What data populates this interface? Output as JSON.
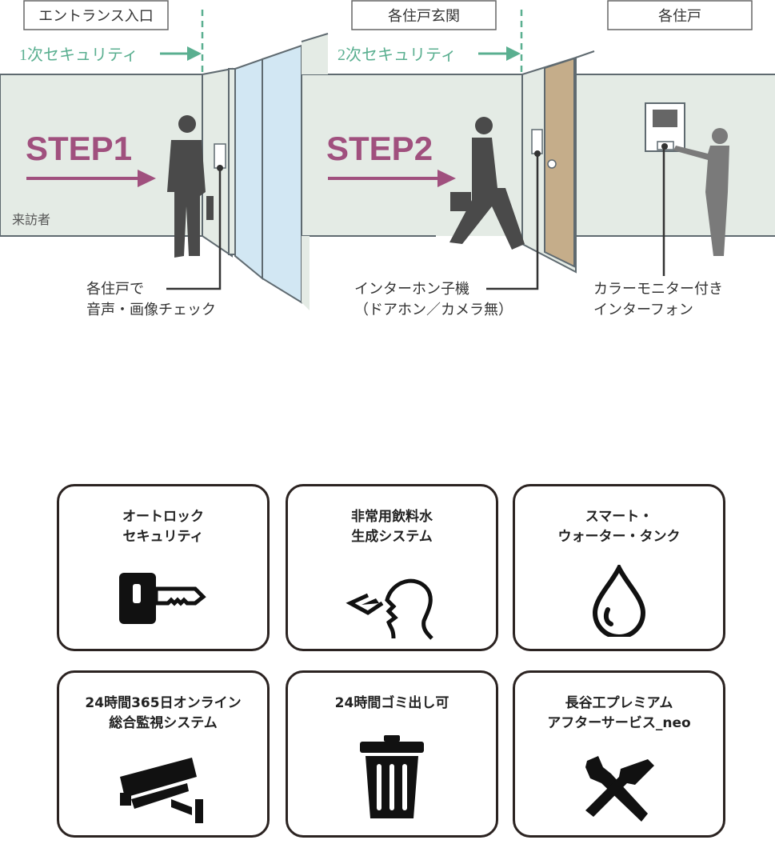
{
  "diagram": {
    "zones": [
      "エントランス入口",
      "各住戸玄関",
      "各住戸"
    ],
    "security1": "1次セキュリティ",
    "security2": "2次セキュリティ",
    "step1": "STEP1",
    "step2": "STEP2",
    "visitor": "来訪者",
    "callout1": [
      "各住戸で",
      "音声・画像チェック"
    ],
    "callout2": [
      "インターホン子機",
      "（ドアホン／カメラ無）"
    ],
    "callout3": [
      "カラーモニター付き",
      "インターフォン"
    ]
  },
  "features": [
    {
      "title": "オートロック\nセキュリティ",
      "icon": "key-icon"
    },
    {
      "title": "非常用飲料水\n生成システム",
      "icon": "drinking-water-icon"
    },
    {
      "title": "スマート・\nウォーター・タンク",
      "icon": "water-drop-icon"
    },
    {
      "title": "24時間365日オンライン\n総合監視システム",
      "icon": "security-camera-icon"
    },
    {
      "title": "24時間ゴミ出し可",
      "icon": "trash-can-icon"
    },
    {
      "title": "長谷工プレミアム\nアフターサービス_neo",
      "icon": "tools-icon"
    }
  ],
  "colors": {
    "green": "#5aaf90",
    "purple": "#a0507e",
    "wall": "#e4ebe5",
    "line": "#5f6a70",
    "door": "#c5ad8a",
    "glass": "#d2e7f3"
  }
}
